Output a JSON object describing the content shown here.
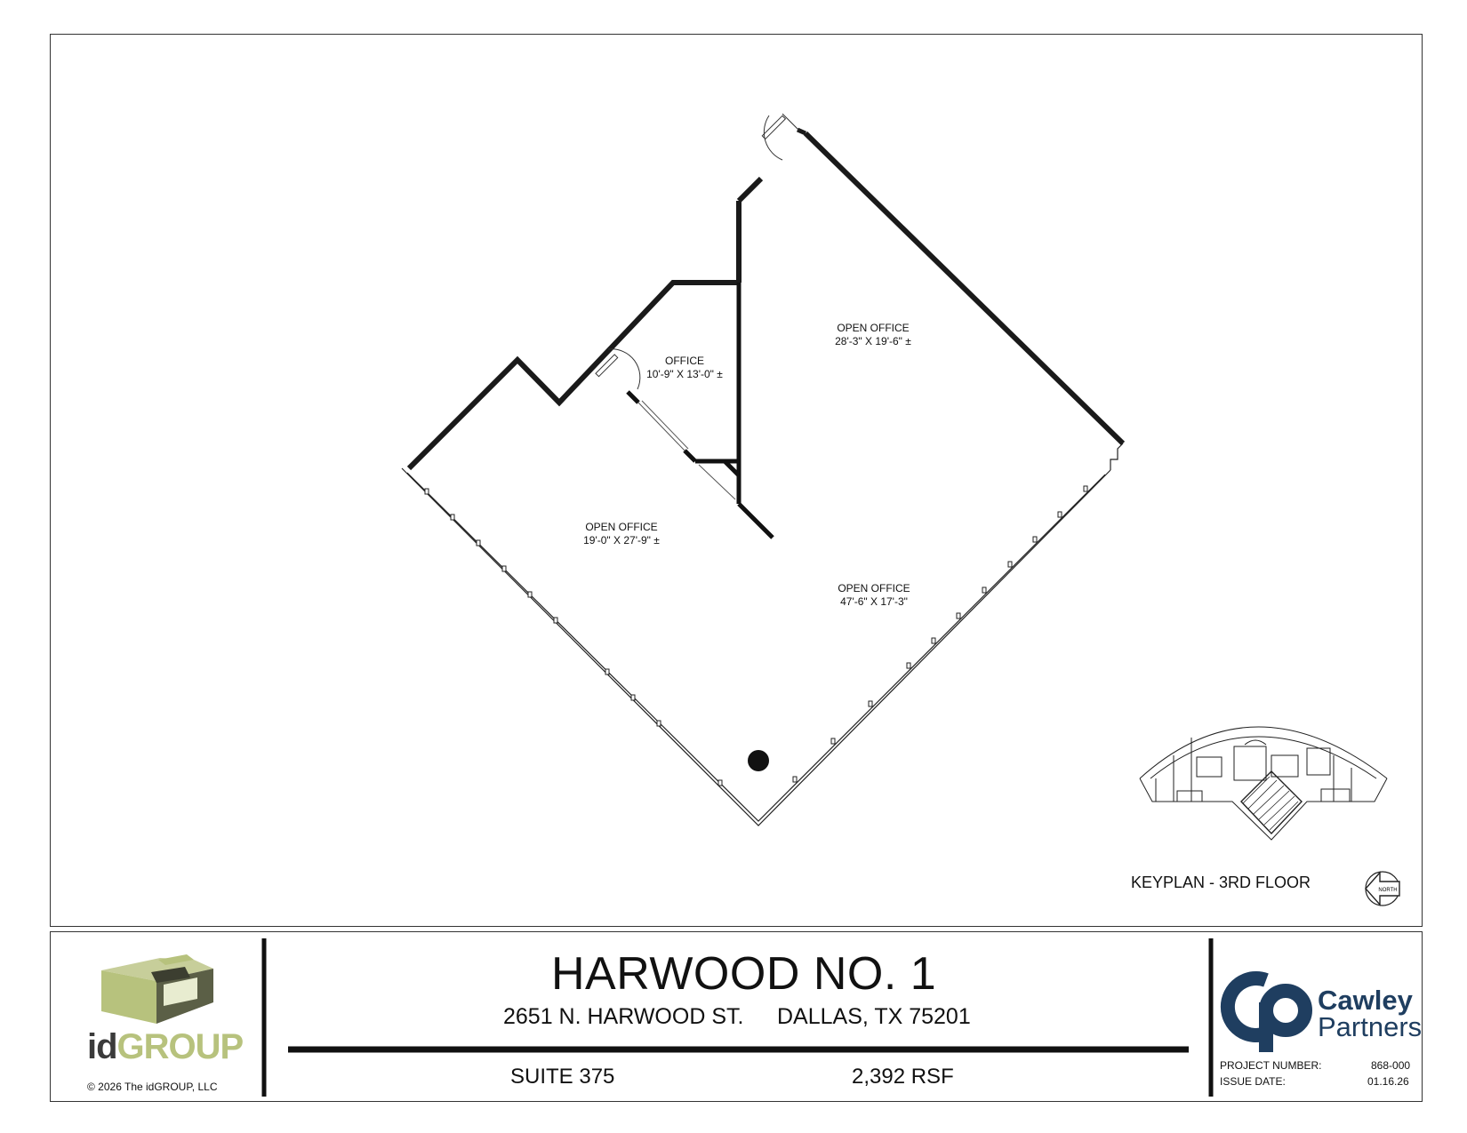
{
  "plan": {
    "rooms": [
      {
        "name": "OPEN OFFICE",
        "dims": "28'-3\" X 19'-6\" ±"
      },
      {
        "name": "OFFICE",
        "dims": "10'-9\" X 13'-0\" ±"
      },
      {
        "name": "OPEN OFFICE",
        "dims": "19'-0\" X 27'-9\" ±"
      },
      {
        "name": "OPEN OFFICE",
        "dims": "47'-6\" X 17'-3\""
      }
    ],
    "keyplan_label": "KEYPLAN - 3RD FLOOR",
    "north_label": "NORTH"
  },
  "title_block": {
    "building": "HARWOOD NO. 1",
    "street": "2651 N. HARWOOD ST.",
    "city": "DALLAS, TX 75201",
    "suite": "SUITE 375",
    "area": "2,392 RSF",
    "architect": {
      "wordmark_id": "id",
      "wordmark_group": "GROUP",
      "copyright": "© 2026 The idGROUP, LLC"
    },
    "owner": {
      "name_line1": "Cawley",
      "name_line2": "Partners"
    },
    "project_number_label": "PROJECT NUMBER:",
    "project_number": "868-000",
    "issue_date_label": "ISSUE DATE:",
    "issue_date": "01.16.26"
  },
  "colors": {
    "idgroup_green": "#b7c27d",
    "idgroup_gray": "#3b3b3b",
    "cawley_blue": "#1f3e60"
  }
}
